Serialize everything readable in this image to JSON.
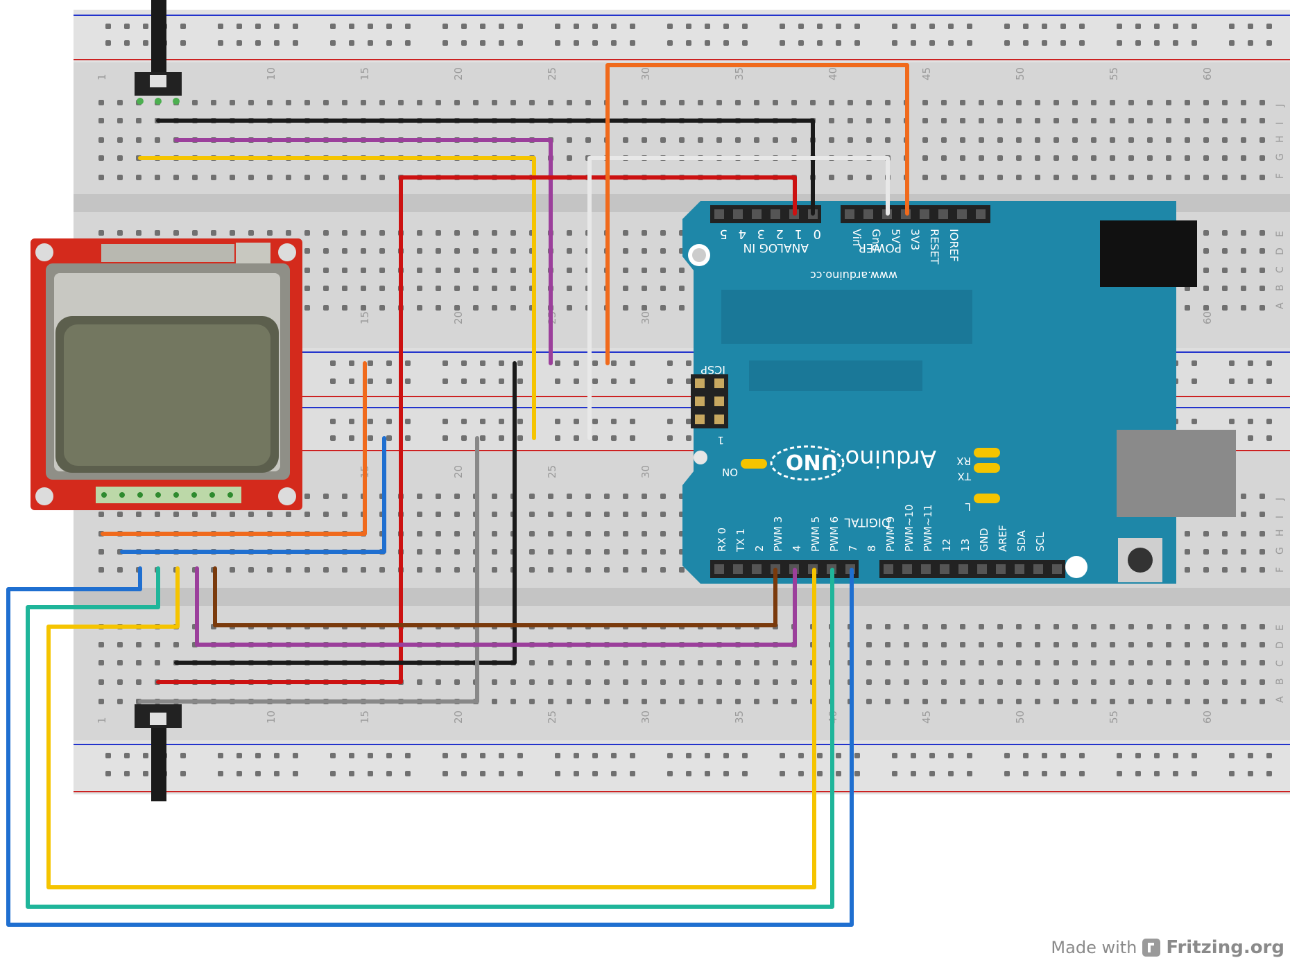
{
  "breadboard": {
    "column_numbers": [
      "1",
      "10",
      "15",
      "20",
      "25",
      "30",
      "35",
      "40",
      "45",
      "50",
      "55",
      "60"
    ],
    "upper_row_letters": [
      "J",
      "I",
      "H",
      "G",
      "F"
    ],
    "lower_row_letters": [
      "E",
      "D",
      "C",
      "B",
      "A"
    ]
  },
  "arduino": {
    "board_name": "Arduino",
    "model": "UNO",
    "website": "www.arduino.cc",
    "analog_header_label": "ANALOG IN",
    "analog_pins": [
      "0",
      "1",
      "2",
      "3",
      "4",
      "5"
    ],
    "power_header_label": "POWER",
    "power_pins": [
      "Vin",
      "Gnd",
      "5V",
      "3V3",
      "RESET",
      "IOREF"
    ],
    "digital_header_label": "DIGITAL",
    "digital_pins": [
      "RX 0",
      "TX 1",
      "2",
      "PWM 3",
      "4",
      "PWM 5",
      "PWM 6",
      "7",
      "8",
      "PWM 9",
      "PWM~10",
      "PWM~11",
      "12",
      "13",
      "GND",
      "AREF",
      "SDA",
      "SCL"
    ],
    "icsp_label": "ICSP",
    "icsp_pin1": "1",
    "on_led_label": "ON",
    "rx_led_label": "RX",
    "tx_led_label": "TX",
    "l_led_label": "L"
  },
  "wire_colors": {
    "black": "#1a1a1a",
    "purple": "#9b3f9b",
    "yellow": "#f5c400",
    "red": "#cc1111",
    "white": "#e8e8e8",
    "orange": "#f06a1c",
    "blue": "#1f6fd0",
    "brown": "#7a3a0c",
    "gray": "#888888",
    "teal": "#1fb59a"
  },
  "board_color": "#1e87a8",
  "lcd_board_color": "#d42a1c",
  "credit": {
    "made_with": "Made with",
    "brand": "Fritzing.org"
  }
}
